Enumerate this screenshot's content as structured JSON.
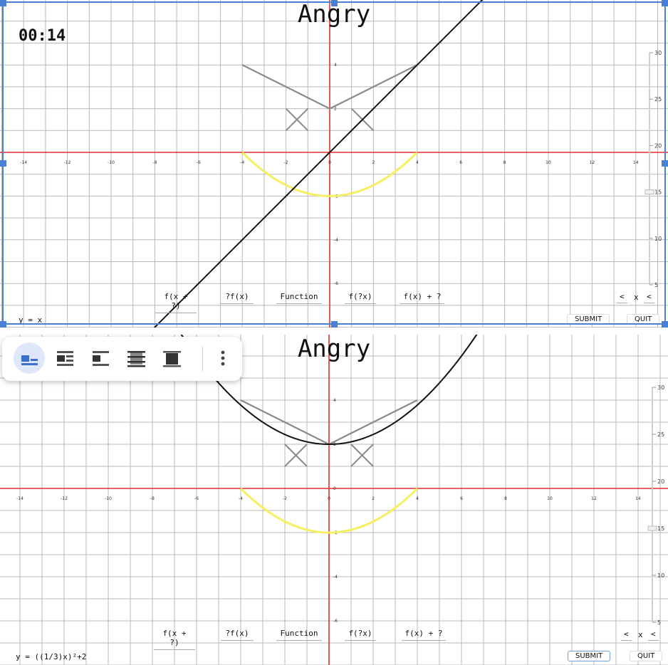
{
  "panels": [
    {
      "title": "Angry",
      "timer": "00:14",
      "equation": "y = x",
      "function_kind": "linear",
      "buttons": [
        "f(x + ?)",
        "?f(x)",
        "Function",
        "f(?x)",
        "f(x) + ?"
      ],
      "nav": {
        "left": "<",
        "label": "x",
        "right": "<"
      },
      "submit": "SUBMIT",
      "quit": "QUIT",
      "x_ticks": [
        "-14",
        "-12",
        "-10",
        "-8",
        "-6",
        "-4",
        "-2",
        "0",
        "2",
        "4",
        "6",
        "8",
        "10",
        "12",
        "14"
      ],
      "y_ticks": [
        "4",
        "2",
        "-2",
        "-4",
        "-6"
      ],
      "slider_ticks": [
        "30",
        "25",
        "20",
        "15",
        "10",
        "5"
      ],
      "selected": true
    },
    {
      "title": "Angry",
      "equation": "y = ((1/3)x)²+2",
      "function_kind": "quadratic",
      "buttons": [
        "f(x + ?)",
        "?f(x)",
        "Function",
        "f(?x)",
        "f(x) + ?"
      ],
      "nav": {
        "left": "<",
        "label": "x",
        "right": "<"
      },
      "submit": "SUBMIT",
      "quit": "QUIT",
      "x_ticks": [
        "-14",
        "-12",
        "-10",
        "-8",
        "-6",
        "-4",
        "-2",
        "0",
        "2",
        "4",
        "6",
        "8",
        "10",
        "12",
        "14"
      ],
      "y_ticks": [
        "4",
        "2",
        "0",
        "-2",
        "-4",
        "-6"
      ],
      "slider_ticks": [
        "30",
        "25",
        "20",
        "15",
        "10",
        "5"
      ],
      "selected": false
    }
  ],
  "toolbar": {
    "items": [
      "wrap-inline-icon",
      "wrap-text-icon",
      "break-text-icon",
      "behind-text-icon",
      "in-front-of-text-icon",
      "more-options-icon"
    ],
    "active": 0
  },
  "colors": {
    "grid": "#b8b8b8",
    "axis": "#e03030",
    "face": "#8a8a8a",
    "smile": "#f5f060",
    "curve": "#111111",
    "selection": "#4a7fd6"
  }
}
